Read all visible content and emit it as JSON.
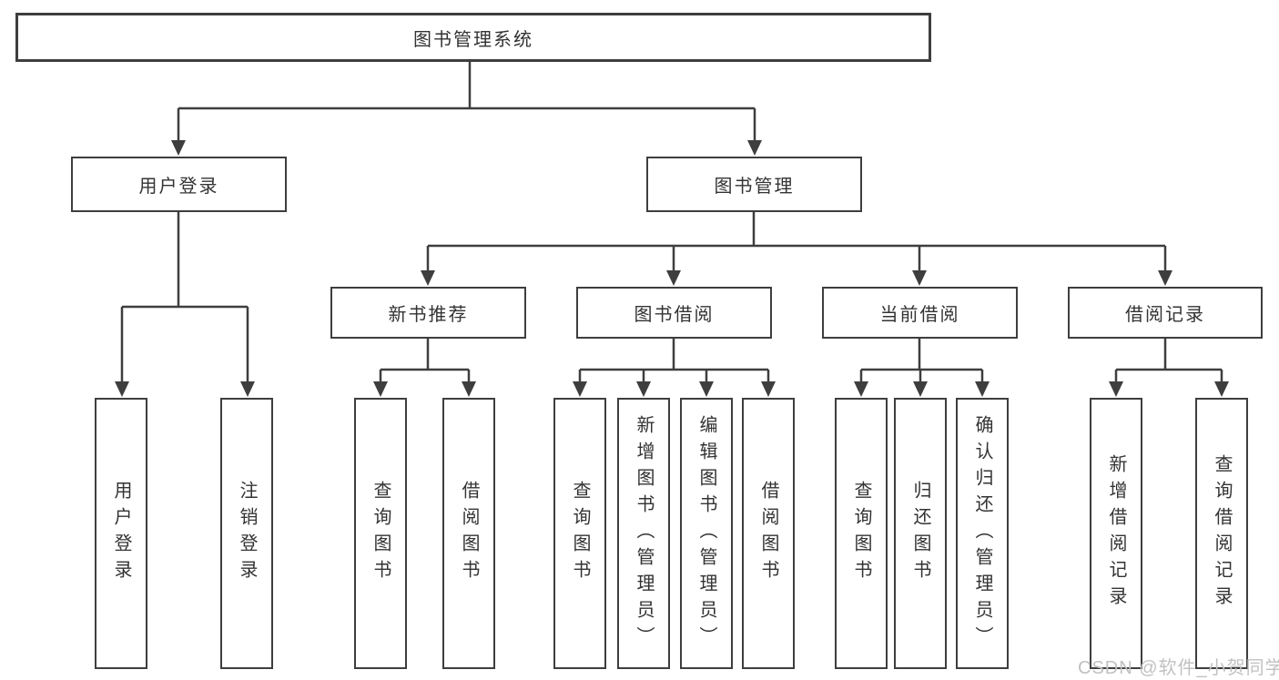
{
  "diagram": {
    "root": {
      "label": "图书管理系统"
    },
    "branches": [
      {
        "label": "用户登录",
        "children": [
          {
            "label": "用户登录"
          },
          {
            "label": "注销登录"
          }
        ]
      },
      {
        "label": "图书管理",
        "children": [
          {
            "label": "新书推荐",
            "children": [
              {
                "label": "查询图书"
              },
              {
                "label": "借阅图书"
              }
            ]
          },
          {
            "label": "图书借阅",
            "children": [
              {
                "label": "查询图书"
              },
              {
                "label": "新增图书（管理员）"
              },
              {
                "label": "编辑图书（管理员）"
              },
              {
                "label": "借阅图书"
              }
            ]
          },
          {
            "label": "当前借阅",
            "children": [
              {
                "label": "查询图书"
              },
              {
                "label": "归还图书"
              },
              {
                "label": "确认归还（管理员）"
              }
            ]
          },
          {
            "label": "借阅记录",
            "children": [
              {
                "label": "新增借阅记录"
              },
              {
                "label": "查询借阅记录"
              }
            ]
          }
        ]
      }
    ]
  },
  "watermark": {
    "text": "CSDN @软件_小贺同学"
  },
  "colors": {
    "line": "#3e3e3e",
    "text": "#333333",
    "background": "#ffffff",
    "watermark": "#c2c1c1"
  }
}
